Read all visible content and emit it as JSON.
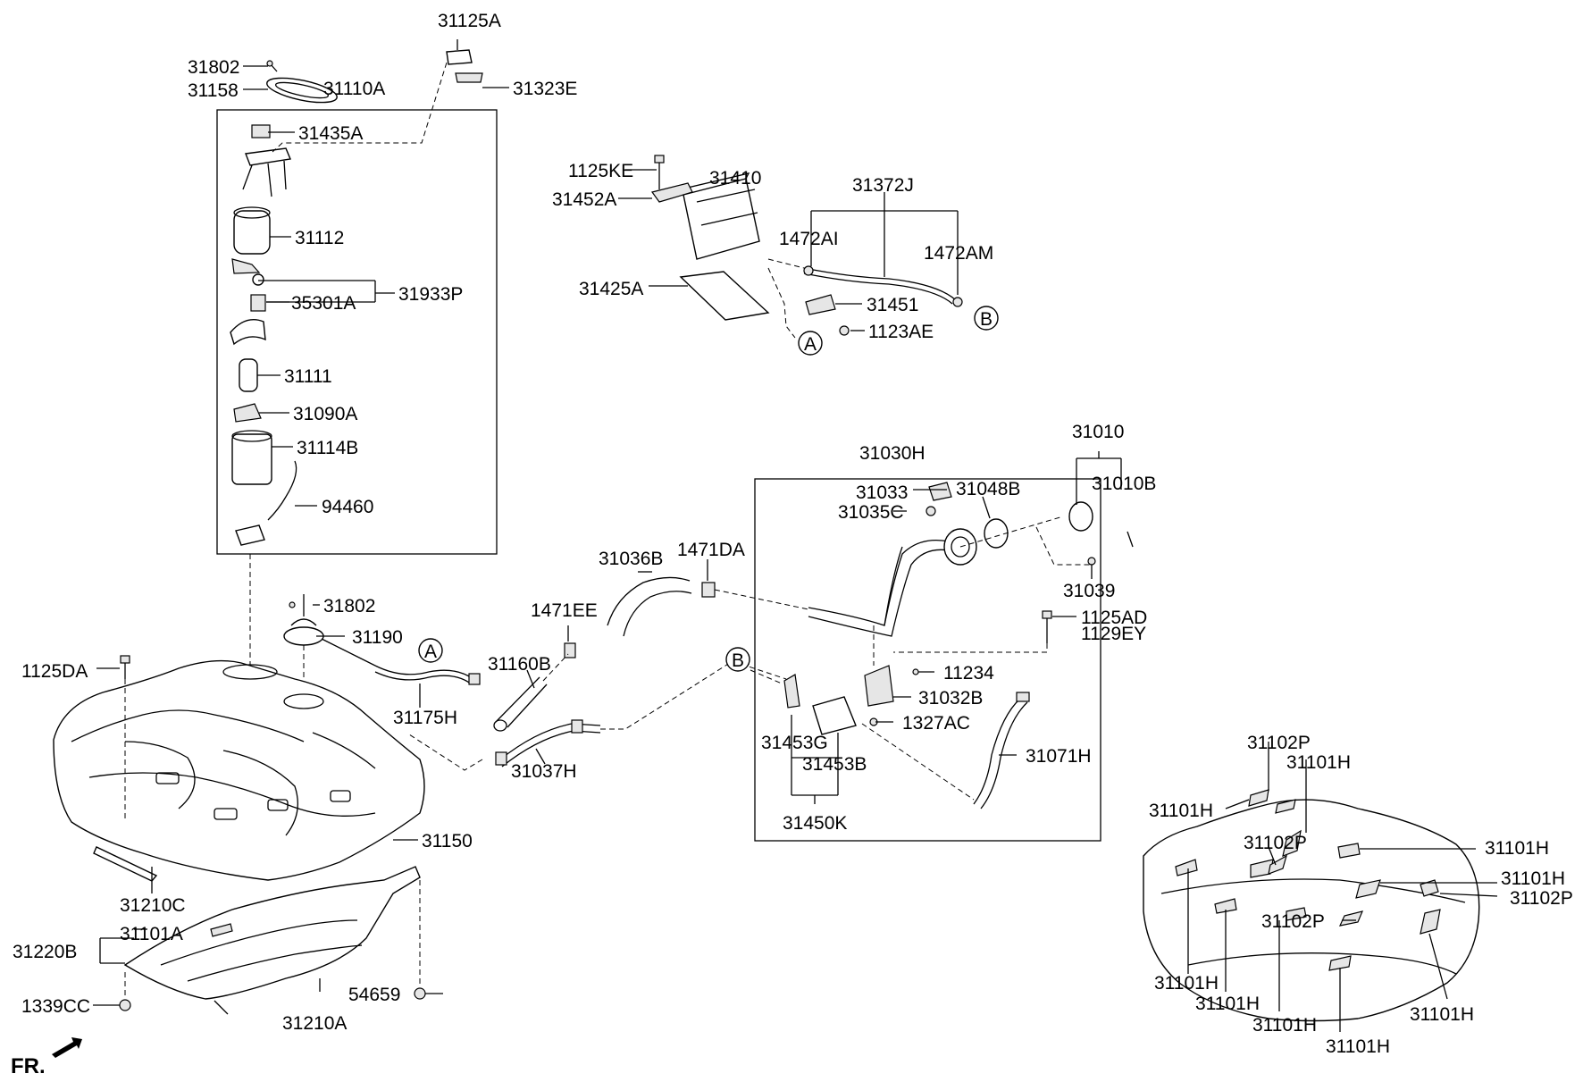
{
  "diagram": {
    "orientation": "FR.",
    "labels": {
      "p31125A": "31125A",
      "p31802_top": "31802",
      "p31158": "31158",
      "p31110A": "31110A",
      "p31323E": "31323E",
      "p31435A": "31435A",
      "p31112": "31112",
      "p31933P": "31933P",
      "p35301A": "35301A",
      "p31111": "31111",
      "p31090A": "31090A",
      "p31114B": "31114B",
      "p94460": "94460",
      "p1125KE": "1125KE",
      "p31410": "31410",
      "p31452A": "31452A",
      "p31372J": "31372J",
      "p1472AI": "1472AI",
      "p1472AM": "1472AM",
      "p31425A": "31425A",
      "p31451": "31451",
      "p1123AE": "1123AE",
      "p31010": "31010",
      "p31010B": "31010B",
      "p31030H": "31030H",
      "p31033": "31033",
      "p31048B": "31048B",
      "p31035C": "31035C",
      "p31039": "31039",
      "p1125AD": "1125AD",
      "p1129EY": "1129EY",
      "p11234": "11234",
      "p31032B": "31032B",
      "p1327AC": "1327AC",
      "p31071H": "31071H",
      "p31453G": "31453G",
      "p31453B": "31453B",
      "p31450K": "31450K",
      "p31036B": "31036B",
      "p1471DA": "1471DA",
      "p1471EE": "1471EE",
      "p31160B": "31160B",
      "p31037H": "31037H",
      "p31802_mid": "31802",
      "p31190": "31190",
      "p31175H": "31175H",
      "p1125DA": "1125DA",
      "p31150": "31150",
      "p31210C": "31210C",
      "p31220B": "31220B",
      "p31101A": "31101A",
      "p1339CC": "1339CC",
      "p54659": "54659",
      "p31210A": "31210A",
      "p31102P_a": "31102P",
      "p31101H_a": "31101H",
      "p31101H_b": "31101H",
      "p31102P_b": "31102P",
      "p31101H_c": "31101H",
      "p31101H_d": "31101H",
      "p31102P_c": "31102P",
      "p31102P_d": "31102P",
      "p31101H_e": "31101H",
      "p31101H_f": "31101H",
      "p31101H_g": "31101H",
      "p31101H_h": "31101H",
      "p31101H_i": "31101H"
    },
    "markers": {
      "a1": "A",
      "a2": "A",
      "b1": "B",
      "b2": "B"
    }
  }
}
